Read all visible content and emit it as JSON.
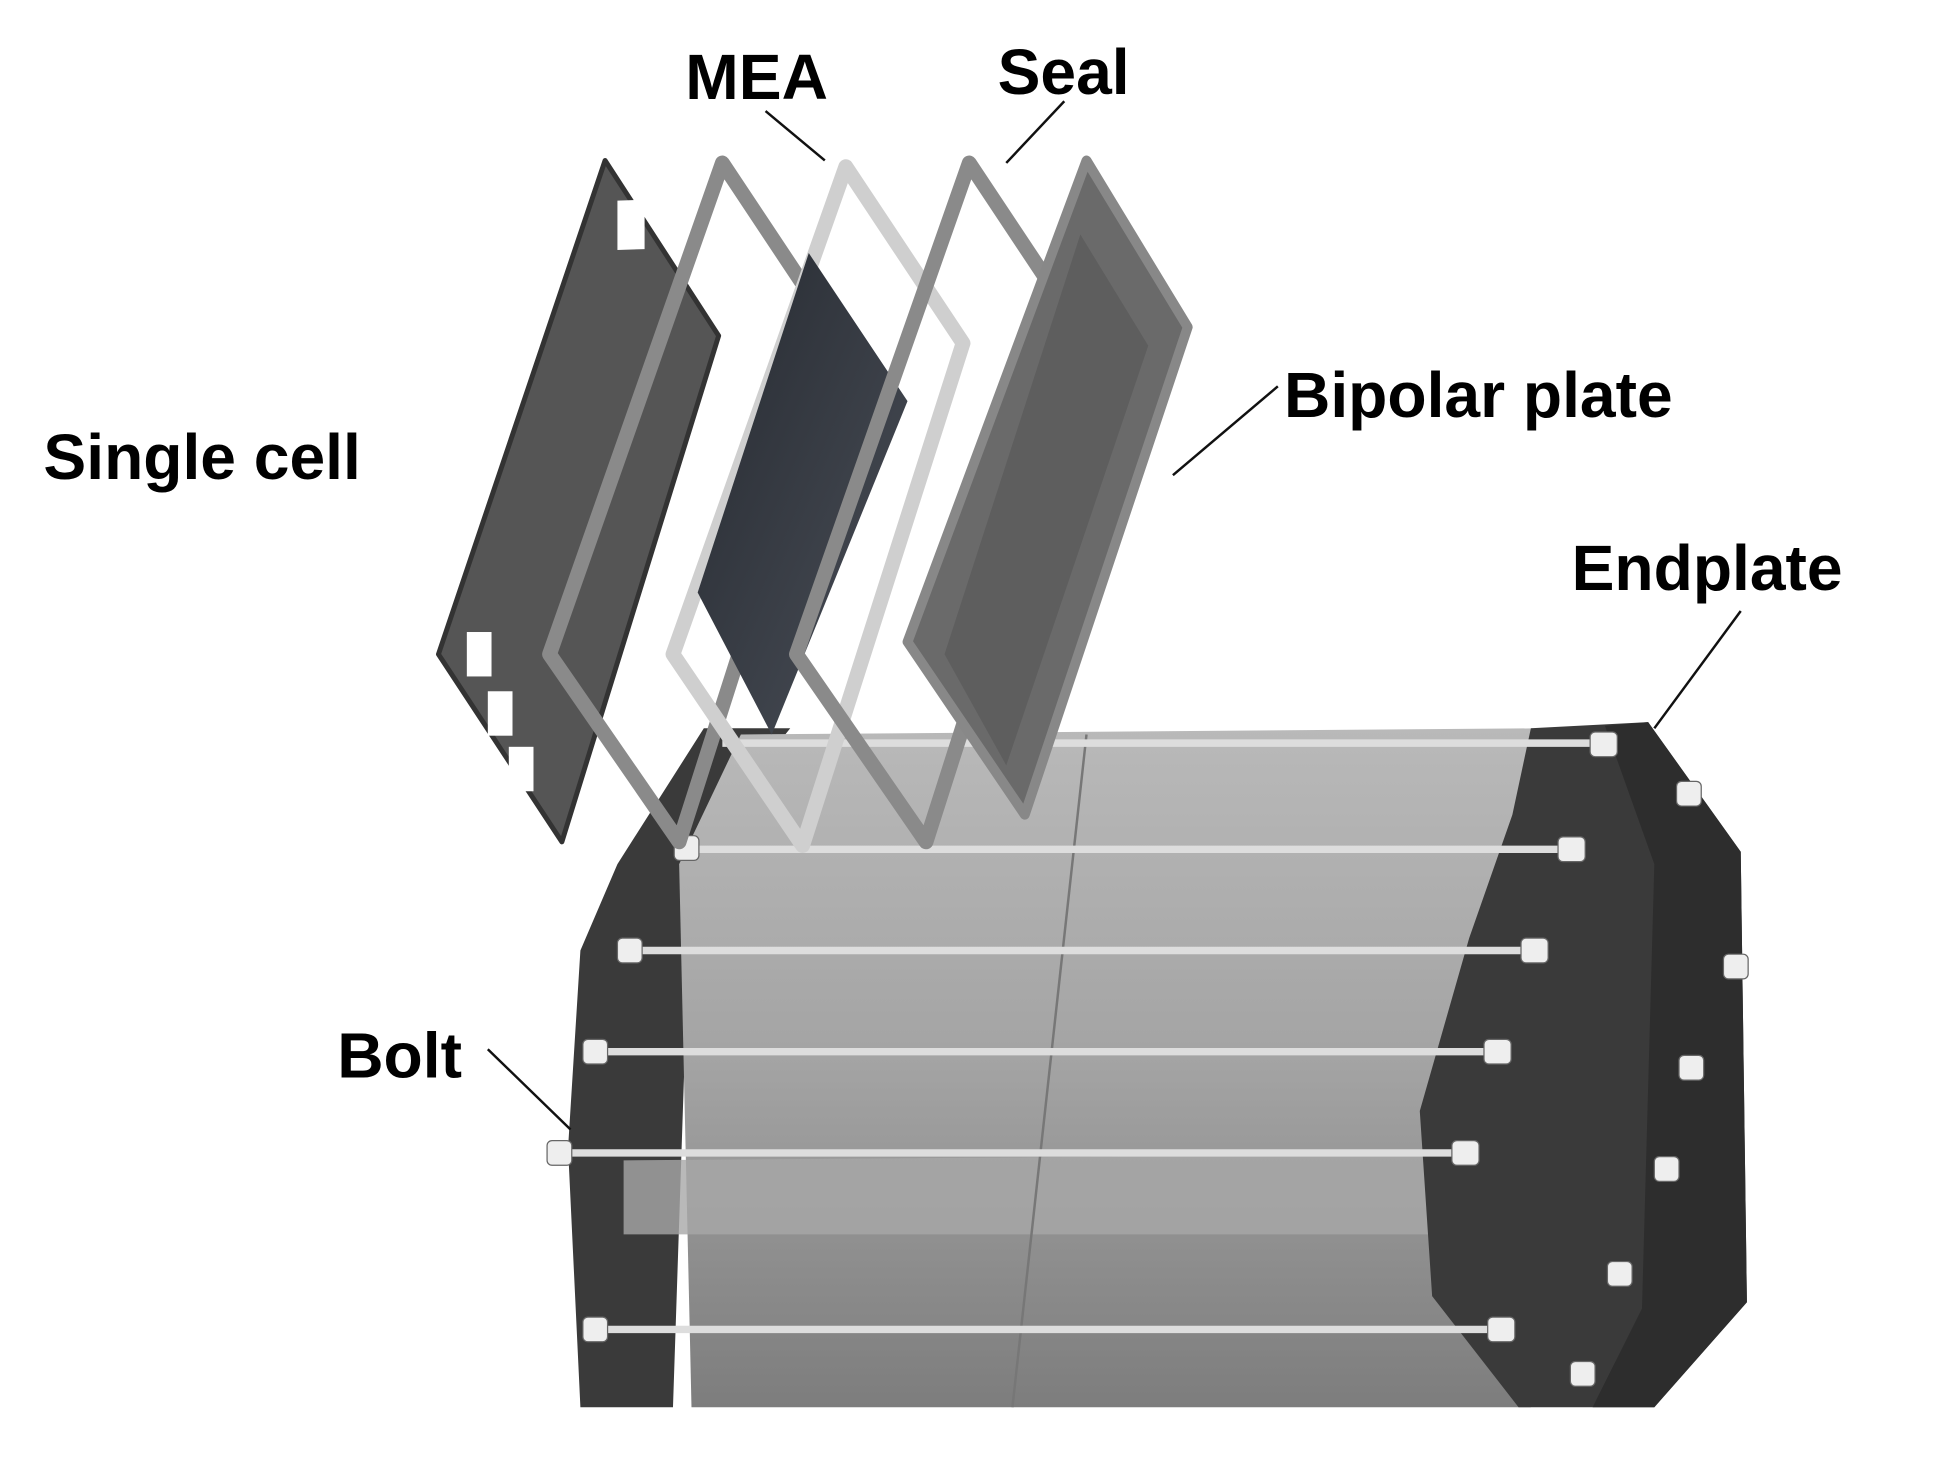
{
  "labels": {
    "mea": "MEA",
    "seal": "Seal",
    "single_cell": "Single cell",
    "bipolar_plate": "Bipolar plate",
    "endplate": "Endplate",
    "bolt": "Bolt"
  },
  "colors": {
    "endplate": "#3a3a3a",
    "stack_body": "#9a9a9a",
    "plate_dark": "#555555",
    "mea_core": "#2f333a",
    "seal": "#8a8a8a"
  }
}
